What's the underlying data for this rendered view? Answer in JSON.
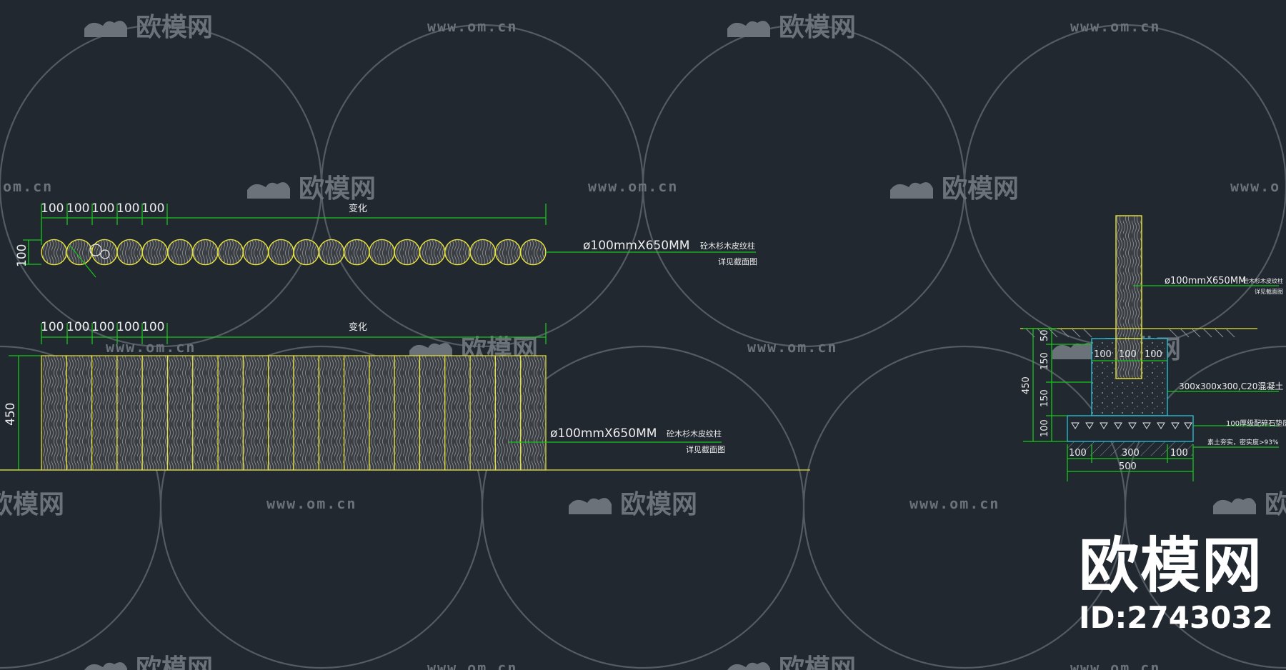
{
  "watermark": {
    "brand": "欧模网",
    "url": "www.om.cn",
    "url_partial": "om.cn",
    "url_partial_right": "www.o"
  },
  "brand_block": {
    "name": "欧模网",
    "id": "ID:2743032"
  },
  "plan_view": {
    "spacing_labels": [
      "100",
      "100",
      "100",
      "100",
      "100"
    ],
    "span_label": "变化",
    "depth_label": "100",
    "post_count": 20,
    "callout_title": "ø100mmX650MM",
    "callout_material": "砼木杉木皮纹柱",
    "callout_ref": "详见截面图"
  },
  "elevation_view": {
    "spacing_labels": [
      "100",
      "100",
      "100",
      "100",
      "100"
    ],
    "span_label": "变化",
    "height_label": "450",
    "post_count": 20,
    "callout_title": "ø100mmX650MM",
    "callout_material": "砼木杉木皮纹柱",
    "callout_ref": "详见截面图"
  },
  "section_view": {
    "callout_title": "ø100mmX650MM",
    "callout_material": "砼木杉木皮纹柱",
    "callout_ref": "详见截面图",
    "vertical_dims": [
      "50",
      "150",
      "150",
      "100"
    ],
    "total_height": "450",
    "top_dims": [
      "100",
      "100",
      "100"
    ],
    "footing_note": "300x300x300,C20混凝土",
    "base_note": "100厚级配碎石垫层",
    "soil_note": "素土夯实，密实度>93%",
    "bottom_dims": [
      "100",
      "300",
      "100"
    ],
    "bottom_total": "500"
  }
}
